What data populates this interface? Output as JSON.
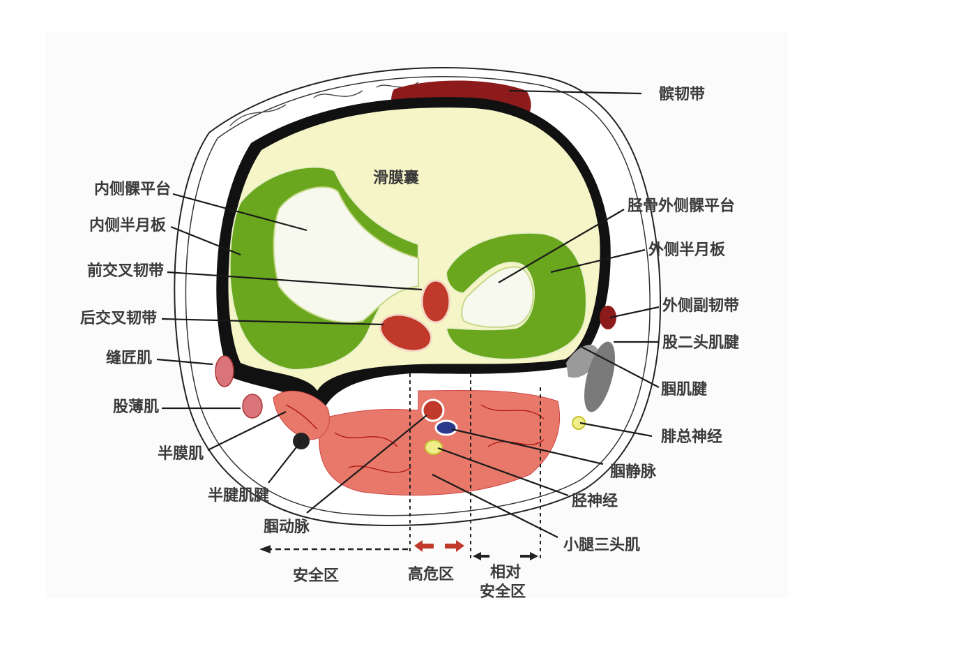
{
  "figure": {
    "colors": {
      "synovial": "#f6f5c8",
      "meniscus": "#6aa61e",
      "ligament": "#c0392b",
      "patellar_ligament": "#8e1b1b",
      "muscle": "#e8786a",
      "capsule": "#111111",
      "tendon_gray": "#8a8a8a",
      "nerve": "#f0ee8a",
      "vein": "#2b3a8c"
    },
    "center_label": "滑膜囊",
    "labels_left": [
      "内侧髁平台",
      "内侧半月板",
      "前交叉韧带",
      "后交叉韧带",
      "缝匠肌",
      "股薄肌",
      "半膜肌",
      "半腱肌腱",
      "腘动脉"
    ],
    "labels_right": [
      "髌韧带",
      "胫骨外侧髁平台",
      "外侧半月板",
      "外侧副韧带",
      "股二头肌腱",
      "腘肌腱",
      "腓总神经",
      "腘静脉",
      "胫神经",
      "小腿三头肌"
    ],
    "zones": {
      "safe": "安全区",
      "high_risk": "高危区",
      "relative_safe_line1": "相对",
      "relative_safe_line2": "安全区"
    }
  }
}
